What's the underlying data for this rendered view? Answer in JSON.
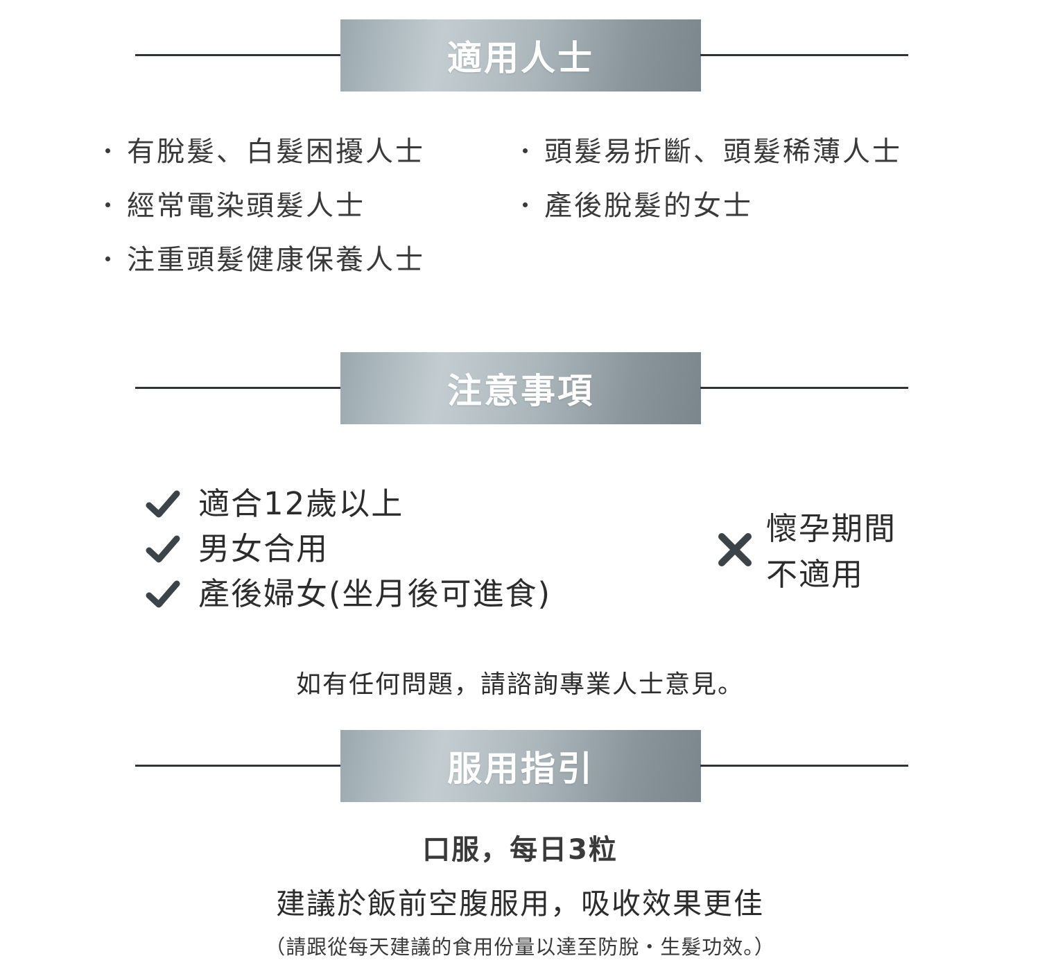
{
  "sections": {
    "suitable": {
      "title": "適用人士"
    },
    "precautions": {
      "title": "注意事項"
    },
    "guide": {
      "title": "服用指引"
    }
  },
  "suitable_left": [
    "有脫髮、白髮困擾人士",
    "經常電染頭髮人士",
    "注重頭髮健康保養人士"
  ],
  "suitable_right": [
    "頭髮易折斷、頭髮稀薄人士",
    "產後脫髮的女士"
  ],
  "checks": [
    "適合12歲以上",
    "男女合用",
    "產後婦女(坐月後可進食)"
  ],
  "not_suitable": {
    "line1": "懷孕期間",
    "line2": "不適用"
  },
  "advice": "如有任何問題，請諮詢專業人士意見。",
  "dosage": "口服，每日3粒",
  "suggestion": "建議於飯前空腹服用，吸收效果更佳",
  "note": "（請跟從每天建議的食用份量以達至防脫・生髮功效。）",
  "icons": {
    "check": "check-icon",
    "cross": "cross-icon",
    "bullet": "bullet-dot-icon"
  },
  "colors": {
    "icon": "#3d4449",
    "text": "#3a3a3a",
    "banner_text": "#ffffff"
  }
}
